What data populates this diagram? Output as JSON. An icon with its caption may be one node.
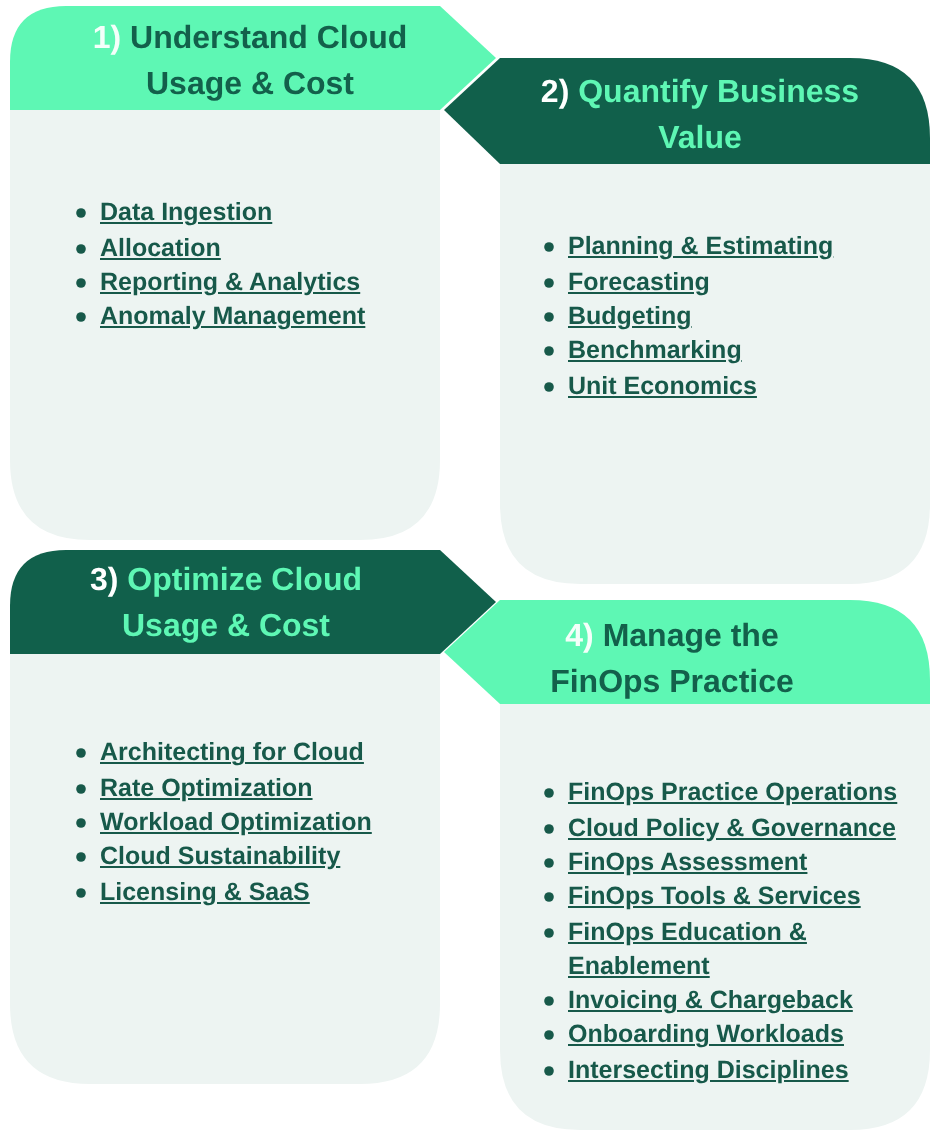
{
  "diagram": {
    "nodes": [
      {
        "text": [
          "1) Understand Cloud Usage & Cost",
          "Data Ingestion",
          "Allocation",
          "Reporting & Analytics",
          "Anomaly Management"
        ]
      },
      {
        "text": [
          "2) Quantify Business Value",
          "Planning & Estimating",
          "Forecasting",
          "Budgeting",
          "Benchmarking",
          "Unit Economics"
        ]
      },
      {
        "text": [
          "3) Optimize Cloud Usage & Cost",
          "Architecting for Cloud",
          "Rate Optimization",
          "Workload Optimization",
          "Cloud Sustainability",
          "Licensing & SaaS"
        ]
      },
      {
        "text": [
          "4) Manage the FinOps Practice",
          "FinOps Practice Operations",
          "Cloud Policy & Governance",
          "FinOps Assessment",
          "FinOps Tools & Services",
          "FinOps Education & Enablement",
          "Invoicing & Chargeback",
          "Onboarding Workloads",
          "Intersecting Disciplines"
        ]
      }
    ]
  }
}
